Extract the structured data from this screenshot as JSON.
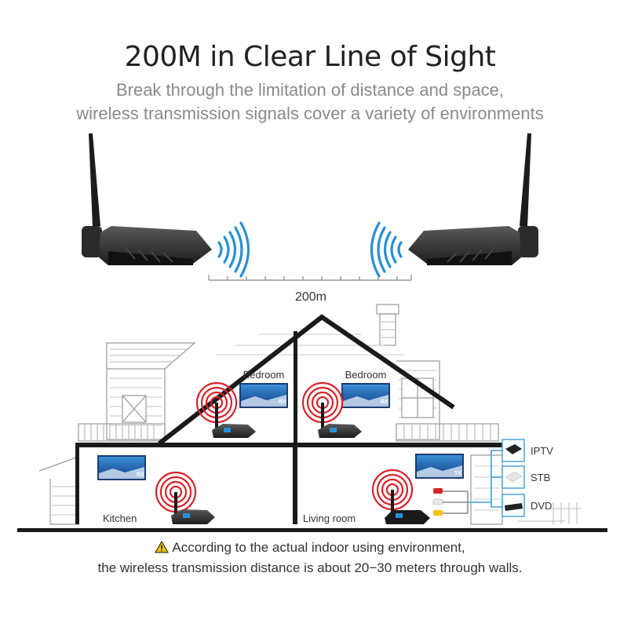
{
  "header": {
    "title": "200M in Clear Line of Sight",
    "subtitle_line1": "Break through the limitation of distance and space,",
    "subtitle_line2": "wireless transmission signals cover a variety of environments"
  },
  "distance": {
    "label": "200m"
  },
  "rooms": {
    "bedroom_left": "Bedroom",
    "bedroom_right": "Bedroom",
    "kitchen": "Kitchen",
    "living_room": "Living room"
  },
  "tv_badges": {
    "rx": "RX",
    "tx": "TX"
  },
  "sources": {
    "iptv": "IPTV",
    "stb": "STB",
    "dvd": "DVD"
  },
  "footer": {
    "line1": "According to the actual indoor using environment,",
    "line2": "the wireless transmission distance is about 20−30 meters through walls."
  },
  "colors": {
    "signal_blue": "#2a8fd6",
    "signal_red": "#d8232a",
    "warning_yellow": "#f2c200",
    "source_cable": "#3aa0d8"
  }
}
